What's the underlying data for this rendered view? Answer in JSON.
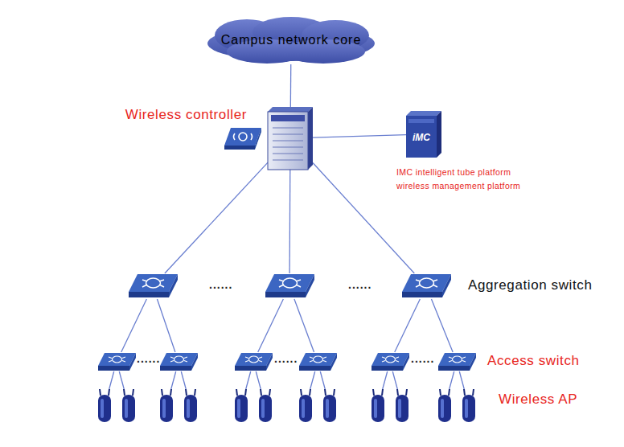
{
  "diagram": {
    "nodes": [
      {
        "text": [
          "Campus network core"
        ]
      },
      {
        "text": [
          "Wireless controller"
        ]
      },
      {
        "text": [
          "iMC",
          "IMC intelligent tube platform wireless management platform"
        ]
      },
      {
        "text": []
      },
      {
        "text": []
      },
      {
        "text": [
          "Aggregation switch"
        ]
      },
      {
        "text": []
      },
      {
        "text": []
      },
      {
        "text": []
      },
      {
        "text": []
      },
      {
        "text": []
      },
      {
        "text": [
          "Access switch"
        ]
      },
      {
        "text": []
      },
      {
        "text": []
      },
      {
        "text": []
      },
      {
        "text": []
      },
      {
        "text": []
      },
      {
        "text": []
      },
      {
        "text": []
      },
      {
        "text": []
      },
      {
        "text": []
      },
      {
        "text": []
      },
      {
        "text": []
      },
      {
        "text": [
          "Wireless AP"
        ]
      }
    ],
    "edges": [
      {
        "from": 0,
        "to": 1,
        "arrow": "none"
      },
      {
        "from": 1,
        "to": 2,
        "arrow": "none"
      },
      {
        "from": 1,
        "to": 3,
        "arrow": "none"
      },
      {
        "from": 1,
        "to": 4,
        "arrow": "none"
      },
      {
        "from": 1,
        "to": 5,
        "arrow": "none"
      },
      {
        "from": 3,
        "to": 6,
        "arrow": "none"
      },
      {
        "from": 3,
        "to": 7,
        "arrow": "none"
      },
      {
        "from": 4,
        "to": 8,
        "arrow": "none"
      },
      {
        "from": 4,
        "to": 9,
        "arrow": "none"
      },
      {
        "from": 5,
        "to": 10,
        "arrow": "none"
      },
      {
        "from": 5,
        "to": 11,
        "arrow": "none"
      },
      {
        "from": 6,
        "to": 12,
        "arrow": "none"
      },
      {
        "from": 6,
        "to": 13,
        "arrow": "none"
      },
      {
        "from": 7,
        "to": 14,
        "arrow": "none"
      },
      {
        "from": 7,
        "to": 15,
        "arrow": "none"
      },
      {
        "from": 8,
        "to": 16,
        "arrow": "none"
      },
      {
        "from": 8,
        "to": 17,
        "arrow": "none"
      },
      {
        "from": 9,
        "to": 18,
        "arrow": "none"
      },
      {
        "from": 9,
        "to": 19,
        "arrow": "none"
      },
      {
        "from": 10,
        "to": 20,
        "arrow": "none"
      },
      {
        "from": 10,
        "to": 21,
        "arrow": "none"
      },
      {
        "from": 11,
        "to": 22,
        "arrow": "none"
      },
      {
        "from": 11,
        "to": 23,
        "arrow": "none"
      }
    ],
    "labels": [
      "......",
      "......",
      "......",
      "......",
      "......"
    ]
  }
}
